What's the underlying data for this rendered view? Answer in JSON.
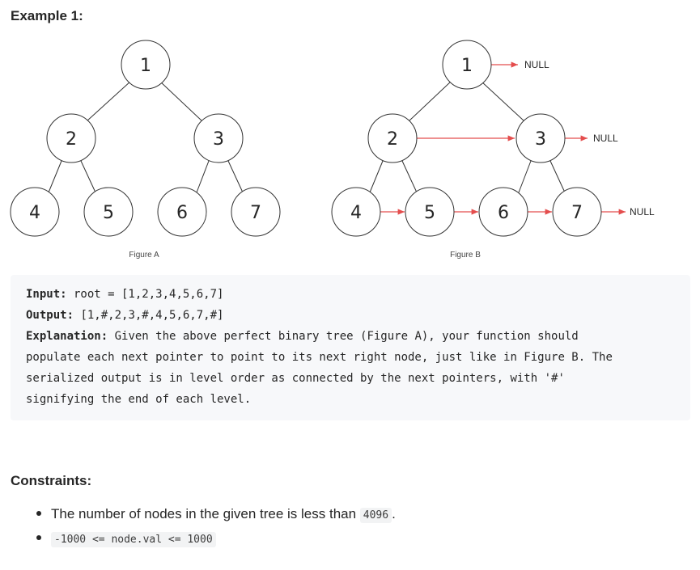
{
  "example_heading": "Example 1:",
  "figure_a": {
    "caption": "Figure A",
    "nodes": [
      "1",
      "2",
      "3",
      "4",
      "5",
      "6",
      "7"
    ]
  },
  "figure_b": {
    "caption": "Figure B",
    "nodes": [
      "1",
      "2",
      "3",
      "4",
      "5",
      "6",
      "7"
    ],
    "null_label": "NULL"
  },
  "example": {
    "input_label": "Input:",
    "input_value": " root = [1,2,3,4,5,6,7]",
    "output_label": "Output:",
    "output_value": " [1,#,2,3,#,4,5,6,7,#]",
    "explanation_label": "Explanation:",
    "explanation_lines": [
      " Given the above perfect binary tree (Figure A), your function should",
      "populate each next pointer to point to its next right node, just like in Figure B. The",
      "serialized output is in level order as connected by the next pointers, with '#'",
      "signifying the end of each level."
    ]
  },
  "constraints_heading": "Constraints:",
  "constraints": [
    {
      "text_before": "The number of nodes in the given tree is less than ",
      "code": "4096",
      "text_after": "."
    },
    {
      "text_before": "",
      "code": "-1000 <= node.val <= 1000",
      "text_after": ""
    }
  ]
}
